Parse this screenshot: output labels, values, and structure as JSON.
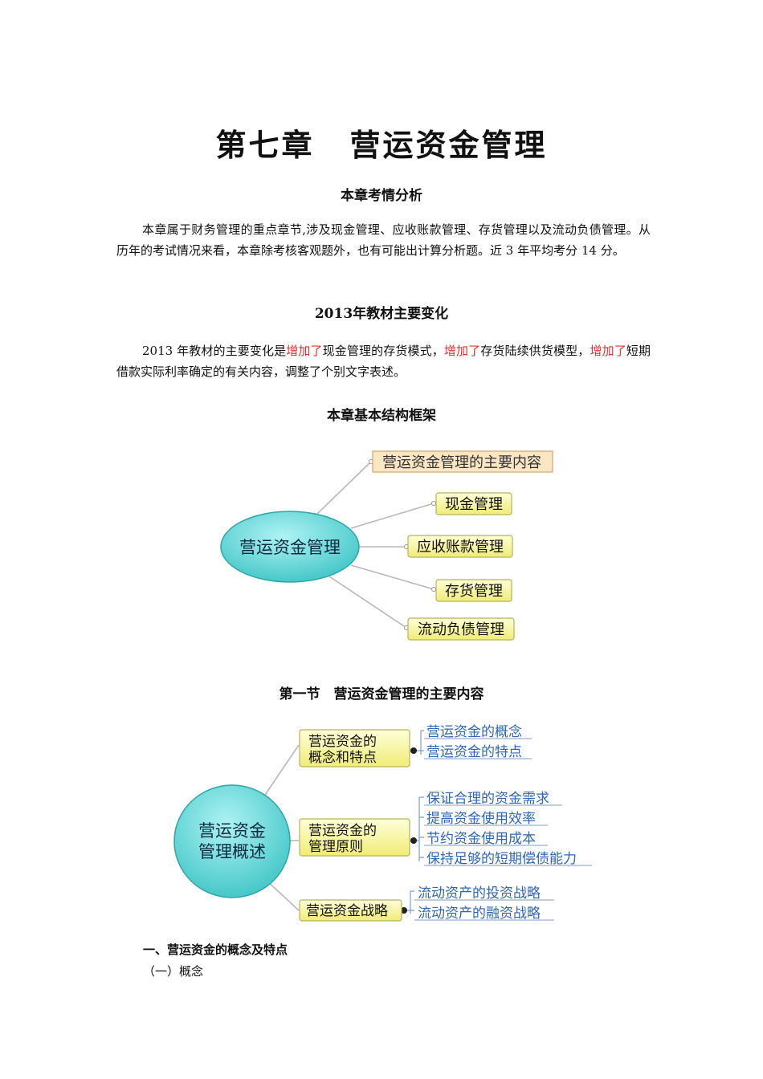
{
  "title": {
    "part1": "第七章",
    "part2": "营运资金管理"
  },
  "analysis": {
    "heading": "本章考情分析",
    "text": "本章属于财务管理的重点章节,涉及现金管理、应收账款管理、存货管理以及流动负债管理。从历年的考试情况来看，本章除考核客观题外，也有可能出计算分析题。近 3 年平均考分 14 分。"
  },
  "changes": {
    "heading": "2013年教材主要变化",
    "seg1": "2013 年教材的主要变化是",
    "add1": "增加了",
    "seg2": "现金管理的存货模式，",
    "add2": "增加了",
    "seg3": "存货陆续供货模型，",
    "add3": "增加了",
    "seg4": "短期借款实际利率确定的有关内容，调整了个别文字表述。"
  },
  "framework": {
    "heading": "本章基本结构框架",
    "center": "营运资金管理",
    "branches": [
      "营运资金管理的主要内容",
      "现金管理",
      "应收账款管理",
      "存货管理",
      "流动负债管理"
    ]
  },
  "section1": {
    "heading": "第一节　营运资金管理的主要内容",
    "center_line1": "营运资金",
    "center_line2": "管理概述",
    "nodes": [
      {
        "line1": "营运资金的",
        "line2": "概念和特点",
        "leaves": [
          "营运资金的概念",
          "营运资金的特点"
        ]
      },
      {
        "line1": "营运资金的",
        "line2": "管理原则",
        "leaves": [
          "保证合理的资金需求",
          "提高资金使用效率",
          "节约资金使用成本",
          "保持足够的短期偿债能力"
        ]
      },
      {
        "line1": "营运资金战略",
        "line2": "",
        "leaves": [
          "流动资产的投资战略",
          "流动资产的融资战略"
        ]
      }
    ]
  },
  "subheading1": "一、营运资金的概念及特点",
  "subheading2": "（一）概念"
}
